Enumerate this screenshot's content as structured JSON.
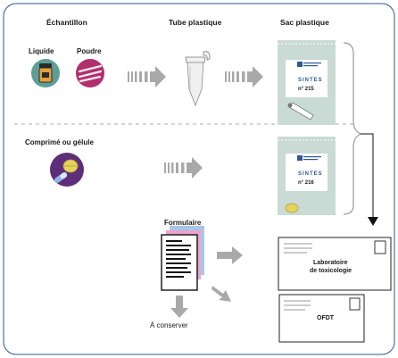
{
  "headers": {
    "sample": "Échantillon",
    "tube": "Tube plastique",
    "bag": "Sac plastique"
  },
  "sample_types": {
    "liquid": "Liquide",
    "powder": "Poudre",
    "tablet": "Comprimé ou gélule"
  },
  "bags": [
    {
      "brand": "SINTES",
      "number": "n° 215"
    },
    {
      "brand": "SINTES",
      "number": "n° 216"
    }
  ],
  "form": {
    "label": "Formulaire",
    "keep": "À conserver"
  },
  "envelopes": {
    "lab_line1": "Laboratoire",
    "lab_line2": "de toxicologie",
    "ofdt": "OFDT"
  },
  "colors": {
    "frame": "#2e5a93",
    "bag_fill": "#c9dbd4",
    "arrow_gray": "#a9a9a9",
    "liquid_circle": "#5e9e97",
    "powder_circle": "#b12f6c",
    "tablet_circle": "#5e2e7a",
    "tablet_yellow": "#e7d25a",
    "capsule_blue": "#8fb6e8",
    "form_pink": "#eaa4cd",
    "form_blue": "#aac6e6"
  }
}
